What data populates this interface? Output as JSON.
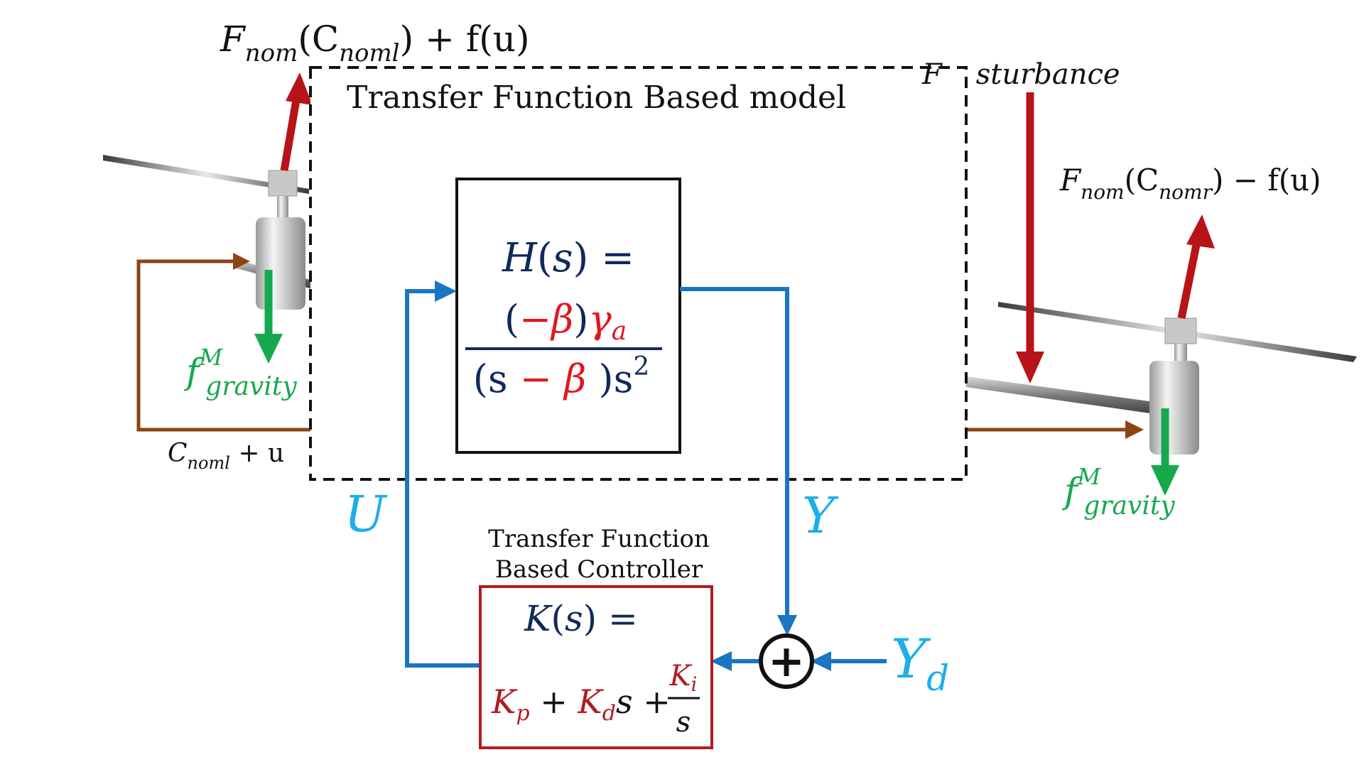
{
  "colors": {
    "navy": "#10295c",
    "red": "#e0161e",
    "darkred": "#b01c20",
    "blue": "#1a75c2",
    "lightblue": "#1eaee8",
    "green": "#16a84d",
    "brown": "#8b4513",
    "black": "#111111"
  },
  "labels": {
    "force_left_main": "F",
    "force_left_sub": "nom",
    "force_left_arg": "(C",
    "force_left_arg_sub": "noml",
    "force_left_tail": ") + f(u)",
    "disturbance_head": "F",
    "disturbance_tail": "sturbance",
    "force_right_main": "F",
    "force_right_sub": "nom",
    "force_right_arg": "(C",
    "force_right_arg_sub": "nomr",
    "force_right_tail": ") − f(u)",
    "gravity_main": "f",
    "gravity_sup": "M",
    "gravity_sub": "gravity",
    "input_main": "C",
    "input_sub": "noml",
    "input_tail": " + u",
    "model_title": "Transfer Function Based model",
    "controller_title_line1": "Transfer Function",
    "controller_title_line2": "Based Controller",
    "signal_u": "U",
    "signal_y": "Y",
    "signal_yd_main": "Y",
    "signal_yd_sub": "d",
    "sum_symbol": "+"
  },
  "plant": {
    "lhs": "H(s) =",
    "num_open": "(",
    "num_beta": "−β",
    "num_close": ")",
    "num_gamma": "γ",
    "num_gamma_sub": "a",
    "den_open": "(s ",
    "den_beta": "− β",
    "den_close": " )s",
    "den_exp": "2"
  },
  "controller": {
    "lhs": "K(s) =",
    "kp": "K",
    "kp_sub": "p",
    "plus1": " + ",
    "kd": "K",
    "kd_sub": "d",
    "kd_s": "s",
    "plus2": " + ",
    "ki": "K",
    "ki_sub": "i",
    "ki_den": "s"
  }
}
